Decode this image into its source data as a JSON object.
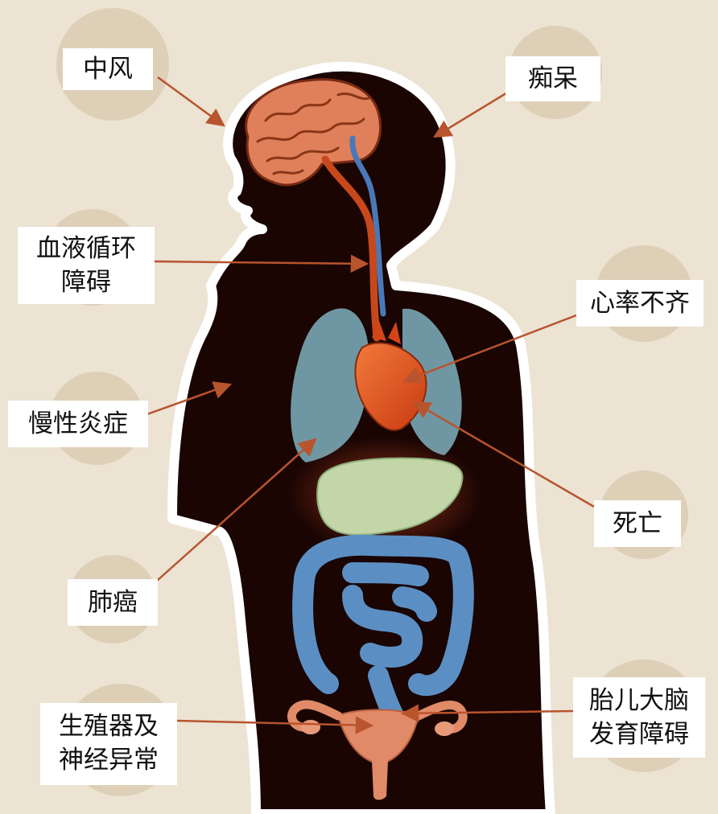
{
  "colors": {
    "background": "#ece3d3",
    "accent_circles": "#d9c8ad",
    "silhouette": "#1a0503",
    "silhouette_outline": "#ffffff",
    "brain": "#e0805a",
    "vessel_artery": "#c8481c",
    "vessel_vein": "#4a78b8",
    "lungs": "#6f97a3",
    "heart": "#e2501c",
    "liver": "#c2d6a8",
    "intestines": "#5b8fc4",
    "uterus": "#e08a68",
    "arrows": "#b8542e",
    "label_box": "#ffffff"
  },
  "labels": {
    "stroke": "中风",
    "dementia": "痴呆",
    "circulation": {
      "line1": "血液循环",
      "line2": "障碍"
    },
    "arrhythmia": "心率不齐",
    "inflammation": "慢性炎症",
    "death": "死亡",
    "lung_cancer": "肺癌",
    "reproductive": {
      "line1": "生殖器及",
      "line2": "神经异常"
    },
    "fetal_brain": {
      "line1": "胎儿大脑",
      "line2": "发育障碍"
    }
  }
}
